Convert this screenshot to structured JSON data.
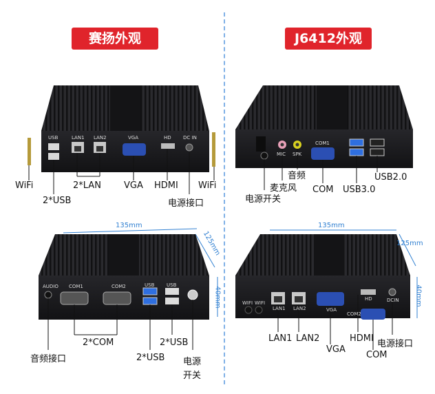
{
  "banners": {
    "left_title": "赛扬外观",
    "right_title": "J6412外观"
  },
  "left_top": {
    "port_marks": [
      "USB",
      "LAN1",
      "LAN2",
      "VGA",
      "HD",
      "DC IN"
    ],
    "callouts": {
      "wifi_left": "WiFi",
      "usb": "2*USB",
      "lan": "2*LAN",
      "vga": "VGA",
      "hdmi": "HDMI",
      "wifi_right": "WiFi",
      "power": "电源接口"
    }
  },
  "right_top": {
    "port_marks": [
      "MIC",
      "SPK",
      "COM1"
    ],
    "callouts": {
      "audio": "音频",
      "mic": "麦克风",
      "power_switch": "电源开关",
      "com": "COM",
      "usb3": "USB3.0",
      "usb2": "USB2.0"
    }
  },
  "left_bottom": {
    "dims": {
      "width": "135mm",
      "depth": "125mm",
      "height": "40mm"
    },
    "port_marks": [
      "AUDIO",
      "COM1",
      "COM2",
      "USB",
      "USB"
    ],
    "callouts": {
      "audio_jack": "音频接口",
      "com": "2*COM",
      "usb_left": "2*USB",
      "usb_right": "2*USB",
      "power_switch_1": "电源",
      "power_switch_2": "开关"
    }
  },
  "right_bottom": {
    "dims": {
      "width": "135mm",
      "depth": "125mm",
      "height": "40mm"
    },
    "port_marks": [
      "WIFI",
      "WIFI",
      "LAN1",
      "LAN2",
      "VGA",
      "HD",
      "COM2",
      "DCIN"
    ],
    "callouts": {
      "lan1": "LAN1",
      "lan2": "LAN2",
      "vga": "VGA",
      "hdmi": "HDMI",
      "com": "COM",
      "power": "电源接口"
    }
  },
  "colors": {
    "banner_red": "#e0242b",
    "dimension_blue": "#2f7fd1",
    "case_black": "#1c1c1e",
    "port_blue": "#2b4fb3",
    "port_yellow": "#d8d020",
    "port_pink": "#e8a0b8",
    "usb3_blue": "#2f6fe0"
  }
}
